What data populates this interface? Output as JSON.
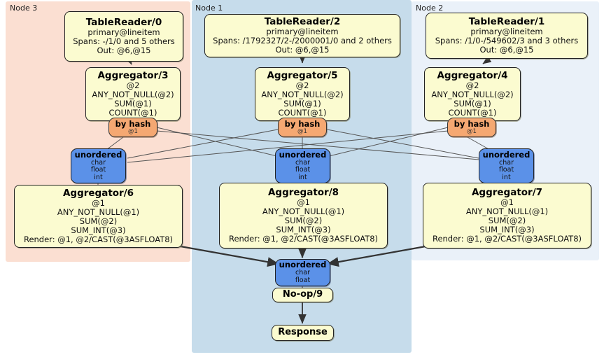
{
  "panels": [
    {
      "label": "Node 3",
      "color": "#fbdfd2"
    },
    {
      "label": "Node 1",
      "color": "#c6dceb"
    },
    {
      "label": "Node 2",
      "color": "#eaf1f9"
    }
  ],
  "nodes": {
    "reader0": {
      "title": "TableReader/0",
      "lines": [
        "primary@lineitem",
        "Spans: -/1/0 and 5 others",
        "Out: @6,@15"
      ]
    },
    "reader2": {
      "title": "TableReader/2",
      "lines": [
        "primary@lineitem",
        "Spans: /1792327/2-/2000001/0 and 2 others",
        "Out: @6,@15"
      ]
    },
    "reader1": {
      "title": "TableReader/1",
      "lines": [
        "primary@lineitem",
        "Spans: /1/0-/549602/3 and 3 others",
        "Out: @6,@15"
      ]
    },
    "agg3": {
      "title": "Aggregator/3",
      "lines": [
        "@2",
        "ANY_NOT_NULL(@2)",
        "SUM(@1)",
        "COUNT(@1)"
      ]
    },
    "agg5": {
      "title": "Aggregator/5",
      "lines": [
        "@2",
        "ANY_NOT_NULL(@2)",
        "SUM(@1)",
        "COUNT(@1)"
      ]
    },
    "agg4": {
      "title": "Aggregator/4",
      "lines": [
        "@2",
        "ANY_NOT_NULL(@2)",
        "SUM(@1)",
        "COUNT(@1)"
      ]
    },
    "hash3": {
      "title": "by hash",
      "lines": [
        "@1"
      ]
    },
    "hash5": {
      "title": "by hash",
      "lines": [
        "@1"
      ]
    },
    "hash4": {
      "title": "by hash",
      "lines": [
        "@1"
      ]
    },
    "unord3": {
      "title": "unordered",
      "lines": [
        "char",
        "float",
        "int"
      ]
    },
    "unord5": {
      "title": "unordered",
      "lines": [
        "char",
        "float",
        "int"
      ]
    },
    "unord4": {
      "title": "unordered",
      "lines": [
        "char",
        "float",
        "int"
      ]
    },
    "agg6": {
      "title": "Aggregator/6",
      "lines": [
        "@1",
        "ANY_NOT_NULL(@1)",
        "SUM(@2)",
        "SUM_INT(@3)",
        "Render: @1, @2/CAST(@3ASFLOAT8)"
      ]
    },
    "agg8": {
      "title": "Aggregator/8",
      "lines": [
        "@1",
        "ANY_NOT_NULL(@1)",
        "SUM(@2)",
        "SUM_INT(@3)",
        "Render: @1, @2/CAST(@3ASFLOAT8)"
      ]
    },
    "agg7": {
      "title": "Aggregator/7",
      "lines": [
        "@1",
        "ANY_NOT_NULL(@1)",
        "SUM(@2)",
        "SUM_INT(@3)",
        "Render: @1, @2/CAST(@3ASFLOAT8)"
      ]
    },
    "unordfinal": {
      "title": "unordered",
      "lines": [
        "char",
        "float"
      ]
    },
    "noop": {
      "title": "No-op/9",
      "lines": []
    },
    "response": {
      "title": "Response",
      "lines": []
    }
  },
  "colors": {
    "processor_fill": "#fbfbd0",
    "hash_fill": "#f5a872",
    "unordered_fill": "#5b91e8",
    "node3_bg": "#fbdfd2",
    "node1_bg": "#c6dceb",
    "node2_bg": "#eaf1f9",
    "edge": "#444444"
  }
}
